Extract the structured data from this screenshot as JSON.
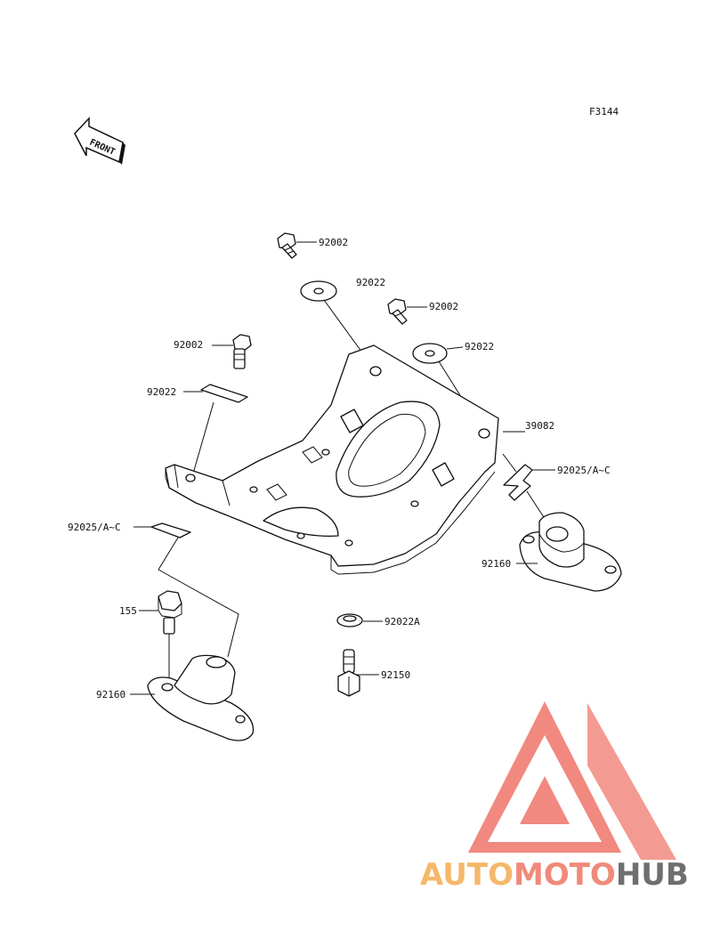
{
  "figure_code": "F3144",
  "front_label": "FRONT",
  "callouts": {
    "bolt_top_1": "92002",
    "washer_top_1": "92022",
    "bolt_top_2": "92002",
    "washer_top_2": "92022",
    "bolt_left": "92002",
    "washer_left": "92022",
    "bracket": "39082",
    "clip_right": "92025/A~C",
    "clip_left": "92025/A~C",
    "mount_right": "92160",
    "bolt_155": "155",
    "mount_left": "92160",
    "washer_center": "92022A",
    "stud_center": "92150"
  },
  "watermark": {
    "part1": "AUTO",
    "part2": "MOTO",
    "part3": "HUB",
    "colors": {
      "auto": "#f5b86a",
      "moto": "#f08a7a",
      "hub": "#6f6f6f",
      "logo": "#f07f76"
    }
  }
}
